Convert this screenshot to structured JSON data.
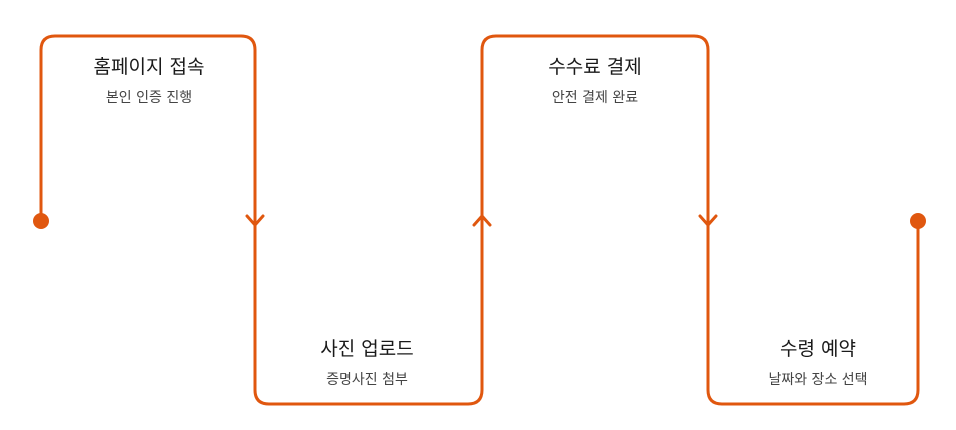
{
  "colors": {
    "line": "#E0570F",
    "title": "#1a1a1a",
    "subtitle": "#444444"
  },
  "steps": [
    {
      "title": "홈페이지 접속",
      "subtitle": "본인 인증 진행"
    },
    {
      "title": "사진 업로드",
      "subtitle": "증명사진 첨부"
    },
    {
      "title": "수수료 결제",
      "subtitle": "안전 결제 완료"
    },
    {
      "title": "수령 예약",
      "subtitle": "날짜와 장소 선택"
    }
  ]
}
